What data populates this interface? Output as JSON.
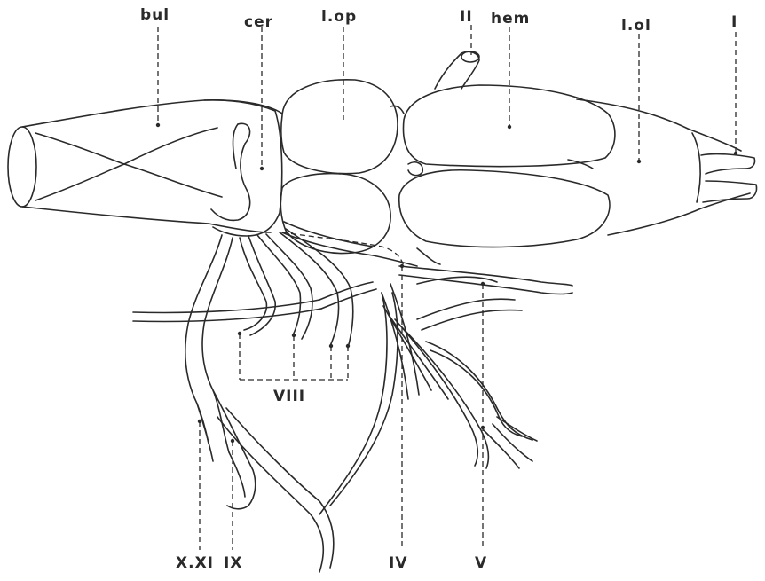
{
  "colors": {
    "line": "#2a2a2a",
    "background": "#ffffff"
  },
  "labels": {
    "bul": "bul",
    "cer": "cer",
    "lop": "l.op",
    "II": "II",
    "hem": "hem",
    "lol": "l.ol",
    "I": "I",
    "VIII": "VIII",
    "XXI": "X.XI",
    "IX": "IX",
    "IV": "IV",
    "V": "V"
  }
}
